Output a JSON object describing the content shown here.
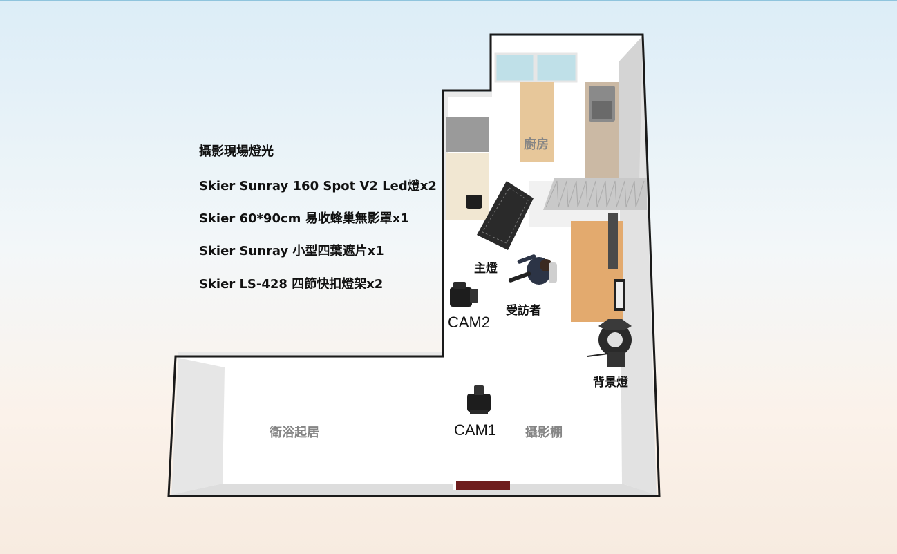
{
  "legend": {
    "title": "攝影現場燈光",
    "items": [
      "Skier Sunray 160 Spot V2 Led燈x2",
      "Skier 60*90cm 易收蜂巢無影罩x1",
      "Skier Sunray 小型四葉遮片x1",
      "Skier LS-428 四節快扣燈架x2"
    ]
  },
  "rooms": {
    "kitchen": "廚房",
    "bath_living": "衛浴起居",
    "studio": "攝影棚"
  },
  "devices": {
    "key_light": "主燈",
    "interviewee": "受訪者",
    "background_light": "背景燈",
    "cam1": "CAM1",
    "cam2": "CAM2"
  },
  "colors": {
    "wall_outline": "#1a1a1a",
    "wall_top": "#ececec",
    "floor": "#ffffff",
    "wood_table": "#e3aa6e",
    "counter": "#cbb9a4",
    "window": "#bfe0e8",
    "door_mat": "#6e1d1d"
  },
  "icons": [
    "softbox-light-icon",
    "spotlight-icon",
    "camera-icon",
    "person-seated-icon",
    "monitor-icon",
    "sink-icon",
    "curtain-icon",
    "door-mat-icon"
  ]
}
